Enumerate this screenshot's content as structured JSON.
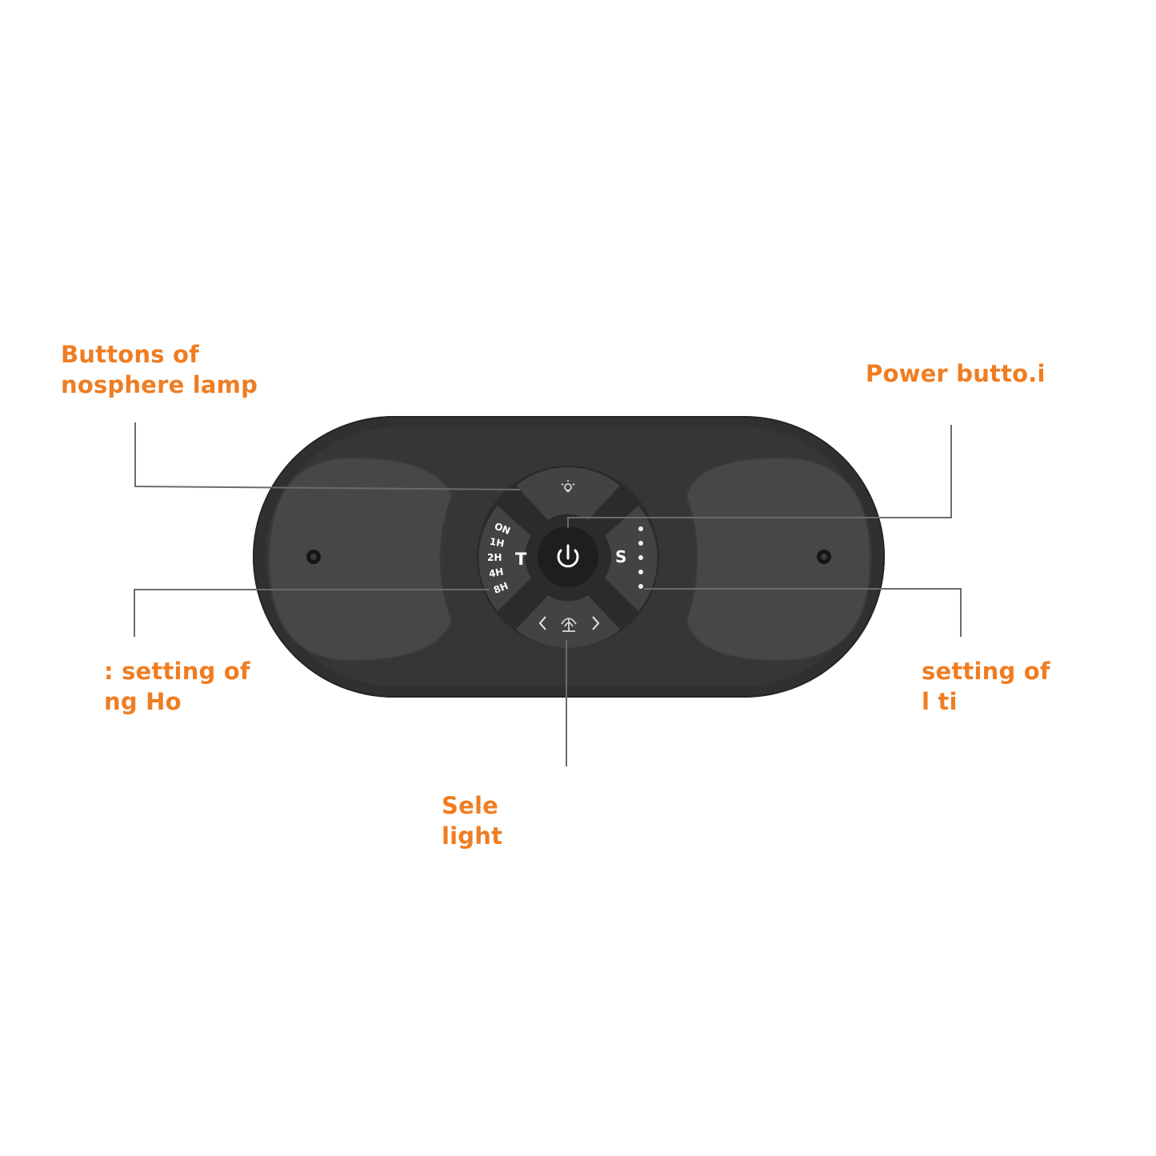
{
  "labels": {
    "lamp_buttons": [
      "Buttons of",
      "nosphere lamp"
    ],
    "power_button": "Power butto.i",
    "timer_setting": [
      ": setting of",
      "ng Ho"
    ],
    "speed_setting": [
      "setting of",
      "l ti"
    ],
    "select_light": [
      "Sele",
      "light"
    ]
  },
  "control_pad": {
    "timer_letter": "T",
    "timer_options": [
      "ON",
      "1H",
      "2H",
      "4H",
      "8H"
    ],
    "speed_letter": "S",
    "speed_levels": 5
  },
  "colors": {
    "label": "#ef7d22",
    "device_body": "#303030",
    "pad": "#3f3f3f",
    "leader_line": "#6b6b6b"
  },
  "icons": {
    "lamp": "lightbulb-icon",
    "power": "power-icon",
    "light_mode": "fountain-icon",
    "prev": "chevron-left-icon",
    "next": "chevron-right-icon"
  }
}
